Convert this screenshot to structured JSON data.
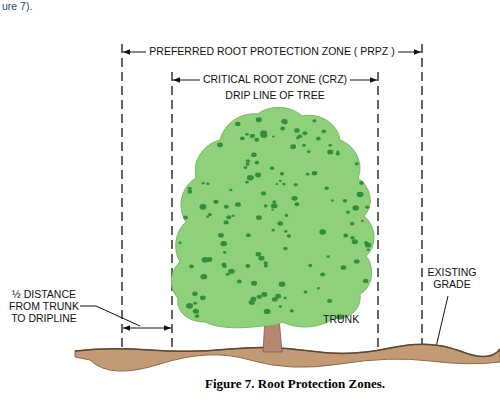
{
  "diagram": {
    "caption": "Figure 7. Root Protection Zones.",
    "labels": [
      "ure 7).",
      "PREFERRED ROOT PROTECTION ZONE ( PRPZ )",
      "CRITICAL ROOT ZONE (CRZ)",
      "DRIP LINE OF TREE",
      "½ DISTANCE FROM TRUNK TO DRIPLINE",
      "TRUNK",
      "EXISTING GRADE"
    ]
  }
}
